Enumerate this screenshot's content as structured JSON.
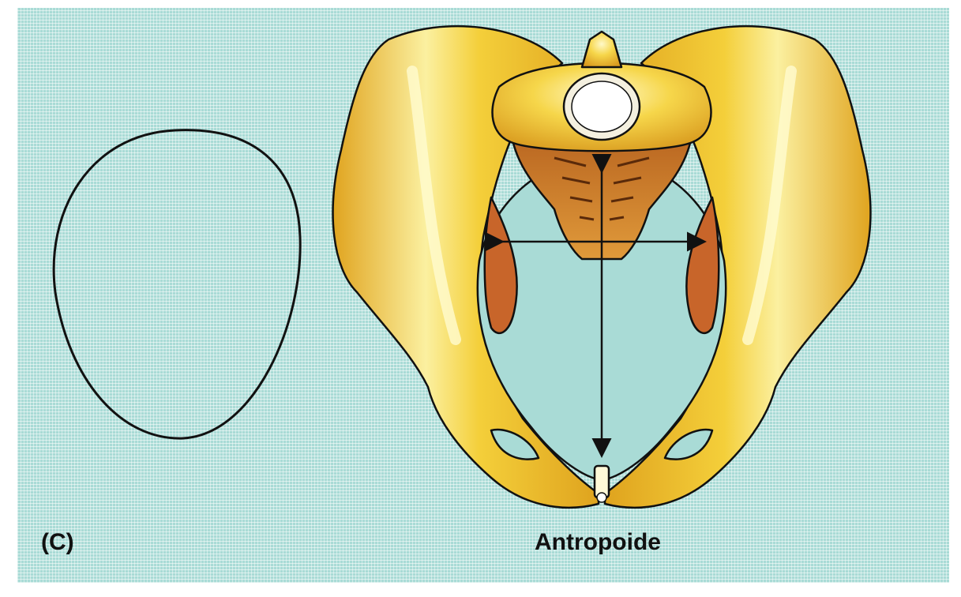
{
  "figure": {
    "panel_label": "(C)",
    "pelvis_type_label": "Antropoide",
    "colors": {
      "background": "#a9dbd6",
      "bone": "#f2c530",
      "bone_highlight": "#fff9c8",
      "bone_shadow": "#d79a1e",
      "sacrum": "#c9762a",
      "outline": "#111111"
    },
    "icons": [
      "inlet-outline-shape",
      "pelvis-illustration",
      "anteroposterior-diameter-arrow",
      "transverse-diameter-arrow"
    ]
  }
}
